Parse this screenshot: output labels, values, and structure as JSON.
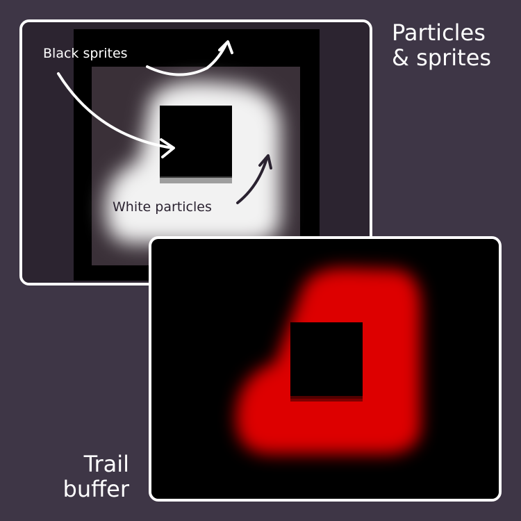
{
  "captions": {
    "top_line1": "Particles",
    "top_line2": "& sprites",
    "bottom_line1": "Trail",
    "bottom_line2": "buffer"
  },
  "annotations": {
    "black_sprites": "Black sprites",
    "white_particles": "White particles"
  },
  "colors": {
    "background": "#3e3646",
    "panel_border": "#ffffff",
    "particles": "#ffffff",
    "trail": "#e00000",
    "sprite": "#000000"
  }
}
